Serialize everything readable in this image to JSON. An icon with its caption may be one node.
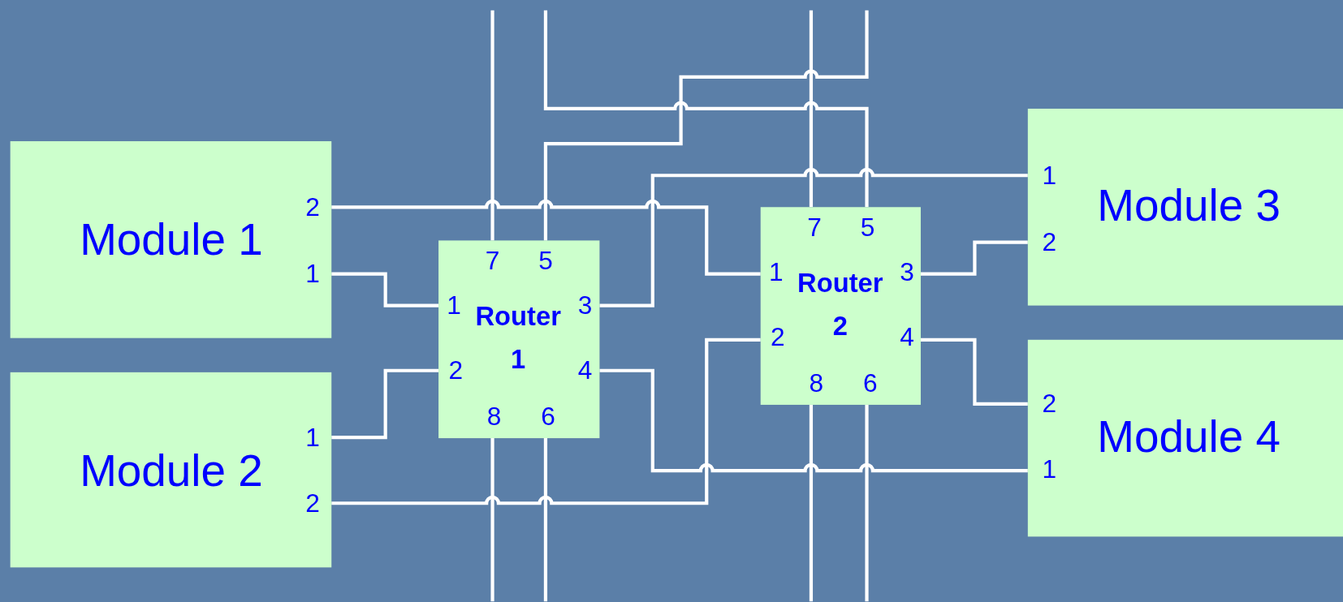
{
  "diagram": {
    "nodes": [
      {
        "text": [
          "2",
          "Module 1",
          "1"
        ]
      },
      {
        "text": [
          "1",
          "Module 2",
          "2"
        ]
      },
      {
        "text": [
          "7",
          "5",
          "1",
          "Router 1",
          "3",
          "2",
          "4",
          "8",
          "6"
        ]
      },
      {
        "text": [
          "7",
          "5",
          "1",
          "Router 2",
          "3",
          "2",
          "4",
          "8",
          "6"
        ]
      },
      {
        "text": [
          "1",
          "Module 3",
          "2"
        ]
      },
      {
        "text": [
          "2",
          "Module 4",
          "1"
        ]
      }
    ],
    "edges": [
      {
        "from": 0,
        "to": 3,
        "arrow": "none"
      },
      {
        "from": 0,
        "to": 2,
        "arrow": "none"
      },
      {
        "from": 1,
        "to": 2,
        "arrow": "none"
      },
      {
        "from": 1,
        "to": 3,
        "arrow": "none"
      },
      {
        "from": 2,
        "to": 4,
        "arrow": "none"
      },
      {
        "from": 2,
        "to": 5,
        "arrow": "none"
      },
      {
        "from": 3,
        "to": 4,
        "arrow": "none"
      },
      {
        "from": 3,
        "to": 5,
        "arrow": "none"
      },
      {
        "from": 2,
        "to": null,
        "arrow": "none"
      },
      {
        "from": 2,
        "to": null,
        "arrow": "none"
      },
      {
        "from": null,
        "to": 3,
        "arrow": "none"
      },
      {
        "from": 3,
        "to": null,
        "arrow": "none"
      },
      {
        "from": 2,
        "to": null,
        "arrow": "none"
      },
      {
        "from": 2,
        "to": null,
        "arrow": "none"
      },
      {
        "from": 3,
        "to": null,
        "arrow": "none"
      },
      {
        "from": 3,
        "to": null,
        "arrow": "none"
      }
    ]
  }
}
